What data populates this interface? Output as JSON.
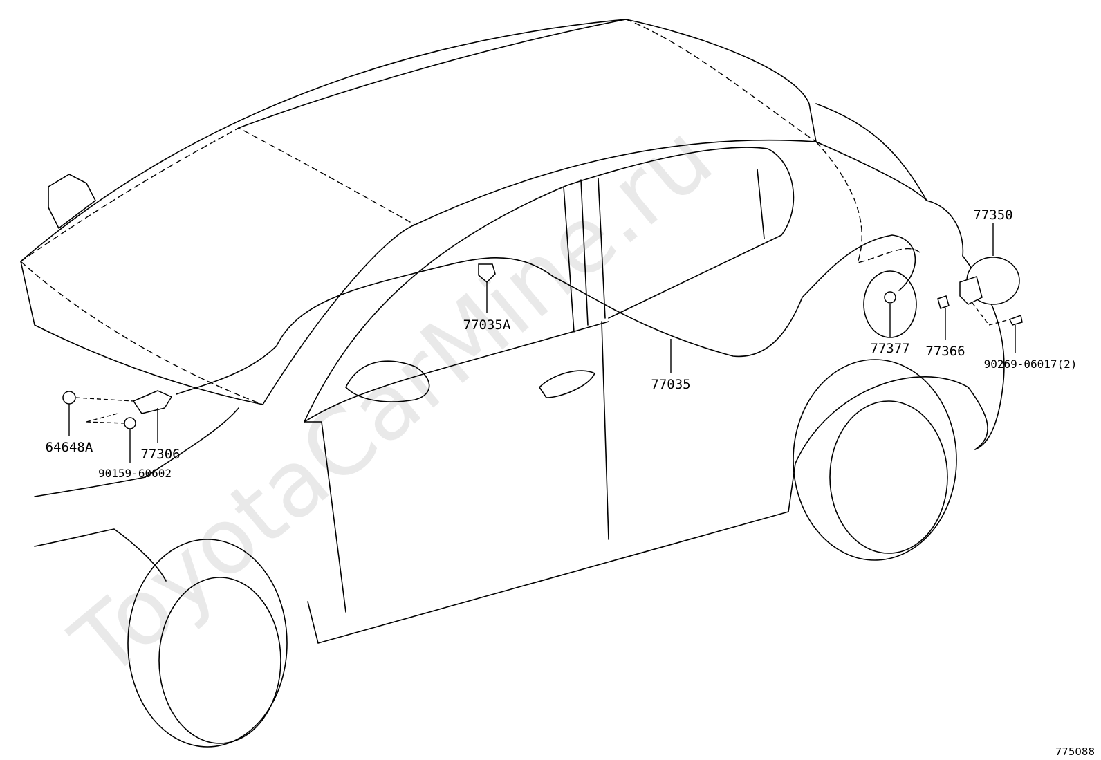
{
  "watermark": "ToyotaCarMine.ru",
  "figure_number": "775088",
  "callouts": {
    "p77350": "77350",
    "p77035A": "77035A",
    "p77035": "77035",
    "p77377": "77377",
    "p77366": "77366",
    "p90269": "90269-06017(2)",
    "p64648A": "64648A",
    "p77306": "77306",
    "p90159": "90159-60602"
  }
}
